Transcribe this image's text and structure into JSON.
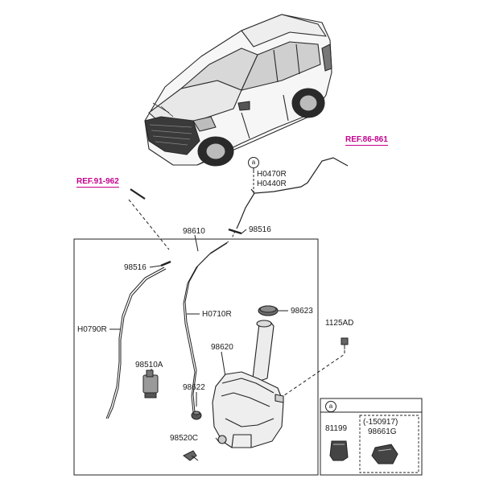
{
  "references": {
    "left": "REF.91-962",
    "right": "REF.86-861"
  },
  "callouts": {
    "a_tag_top": "a",
    "a_tag_inset": "a"
  },
  "parts": {
    "h0470r": "H0470R",
    "h0440r": "H0440R",
    "p98610": "98610",
    "p98516_top": "98516",
    "p98516_left": "98516",
    "p98623": "98623",
    "p1125ad": "1125AD",
    "h0710r": "H0710R",
    "h0790r": "H0790R",
    "p98620": "98620",
    "p98510a": "98510A",
    "p98622": "98622",
    "p98520c": "98520C"
  },
  "inset": {
    "part": "81199",
    "variant_note": "(-150917)",
    "variant_part": "98661G"
  },
  "colors": {
    "reference": "#c4008c",
    "line": "#222222",
    "label": "#1a1a1a"
  }
}
